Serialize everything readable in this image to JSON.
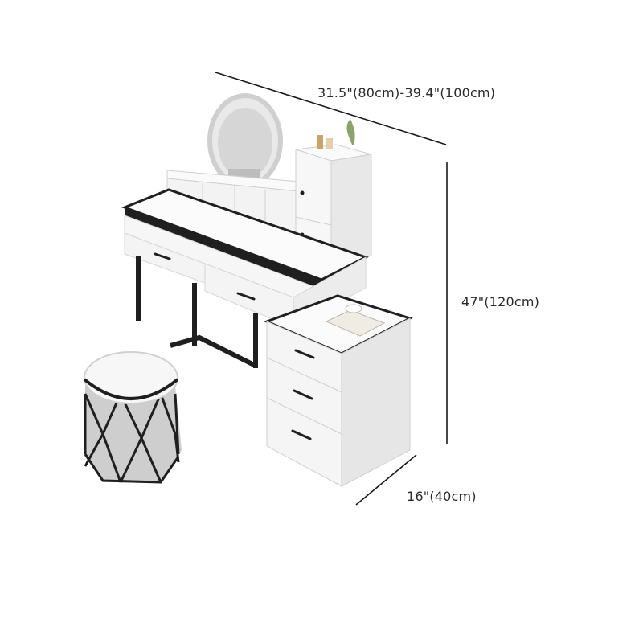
{
  "product": {
    "name": "Vanity dressing table set",
    "components": [
      "vanity desk",
      "round LED mirror",
      "side cabinet with two doors",
      "drawer cabinet with three drawers",
      "round upholstered stool"
    ]
  },
  "dimensions": {
    "width": "31.5\"(80cm)-39.4\"(100cm)",
    "height": "47\"(120cm)",
    "depth": "16\"(40cm)"
  },
  "colors": {
    "background": "#ffffff",
    "body": "#f7f7f7",
    "trim": "#1f1f1f",
    "dimension_line": "#1a1a1a"
  }
}
